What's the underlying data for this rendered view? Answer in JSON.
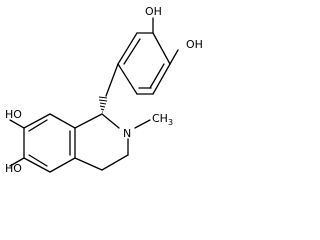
{
  "labels": {
    "oh_top_left": "OH",
    "oh_top_right": "OH",
    "ho_mid": "HO",
    "ho_low": "HO",
    "n_atom": "N",
    "methyl": "CH",
    "methyl_sub": "3"
  }
}
